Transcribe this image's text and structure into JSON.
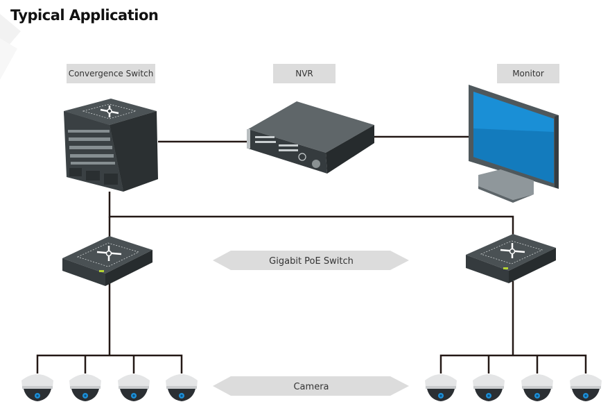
{
  "title": "Typical Application",
  "labels": {
    "convergence_switch": "Convergence Switch",
    "nvr": "NVR",
    "monitor": "Monitor"
  },
  "arrows": {
    "poe_switch": "Gigabit PoE Switch",
    "camera": "Camera"
  },
  "devices": {
    "convergence_switch_icon": "core-switch-icon",
    "nvr_icon": "nvr-icon",
    "monitor_icon": "monitor-icon",
    "poe_switch_icon": "poe-switch-icon",
    "camera_icon": "dome-camera-icon"
  },
  "colors": {
    "cable": "#231815",
    "device_dark": "#3a4043",
    "screen_blue": "#1a8fd6",
    "label_bg": "#dcdcdc"
  },
  "camera_groups": [
    {
      "side": "left",
      "count": 4
    },
    {
      "side": "right",
      "count": 4
    }
  ]
}
